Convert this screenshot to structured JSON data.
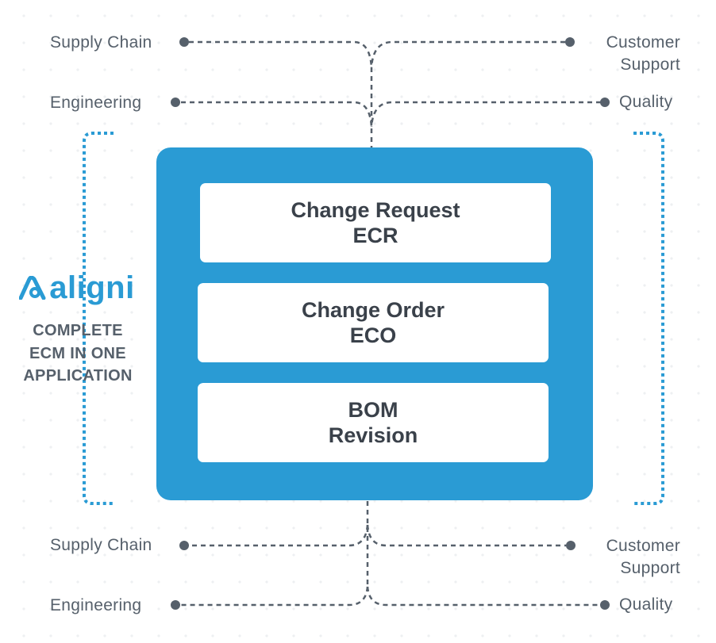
{
  "inputs": {
    "top_left": "Supply Chain",
    "top_right_line1": "Customer",
    "top_right_line2": "Support",
    "mid_left": "Engineering",
    "mid_right": "Quality"
  },
  "outputs": {
    "top_left": "Supply Chain",
    "top_right_line1": "Customer",
    "top_right_line2": "Support",
    "mid_left": "Engineering",
    "mid_right": "Quality"
  },
  "stages": [
    {
      "line1": "Change Request",
      "line2": "ECR"
    },
    {
      "line1": "Change Order",
      "line2": "ECO"
    },
    {
      "line1": "BOM",
      "line2": "Revision"
    }
  ],
  "brand": {
    "name": "aligni",
    "tagline_line1": "COMPLETE",
    "tagline_line2": "ECM IN ONE",
    "tagline_line3": "APPLICATION"
  },
  "colors": {
    "accent": "#2a9bd4",
    "text": "#56606b",
    "line": "#56606b",
    "box_text": "#3a414a"
  }
}
